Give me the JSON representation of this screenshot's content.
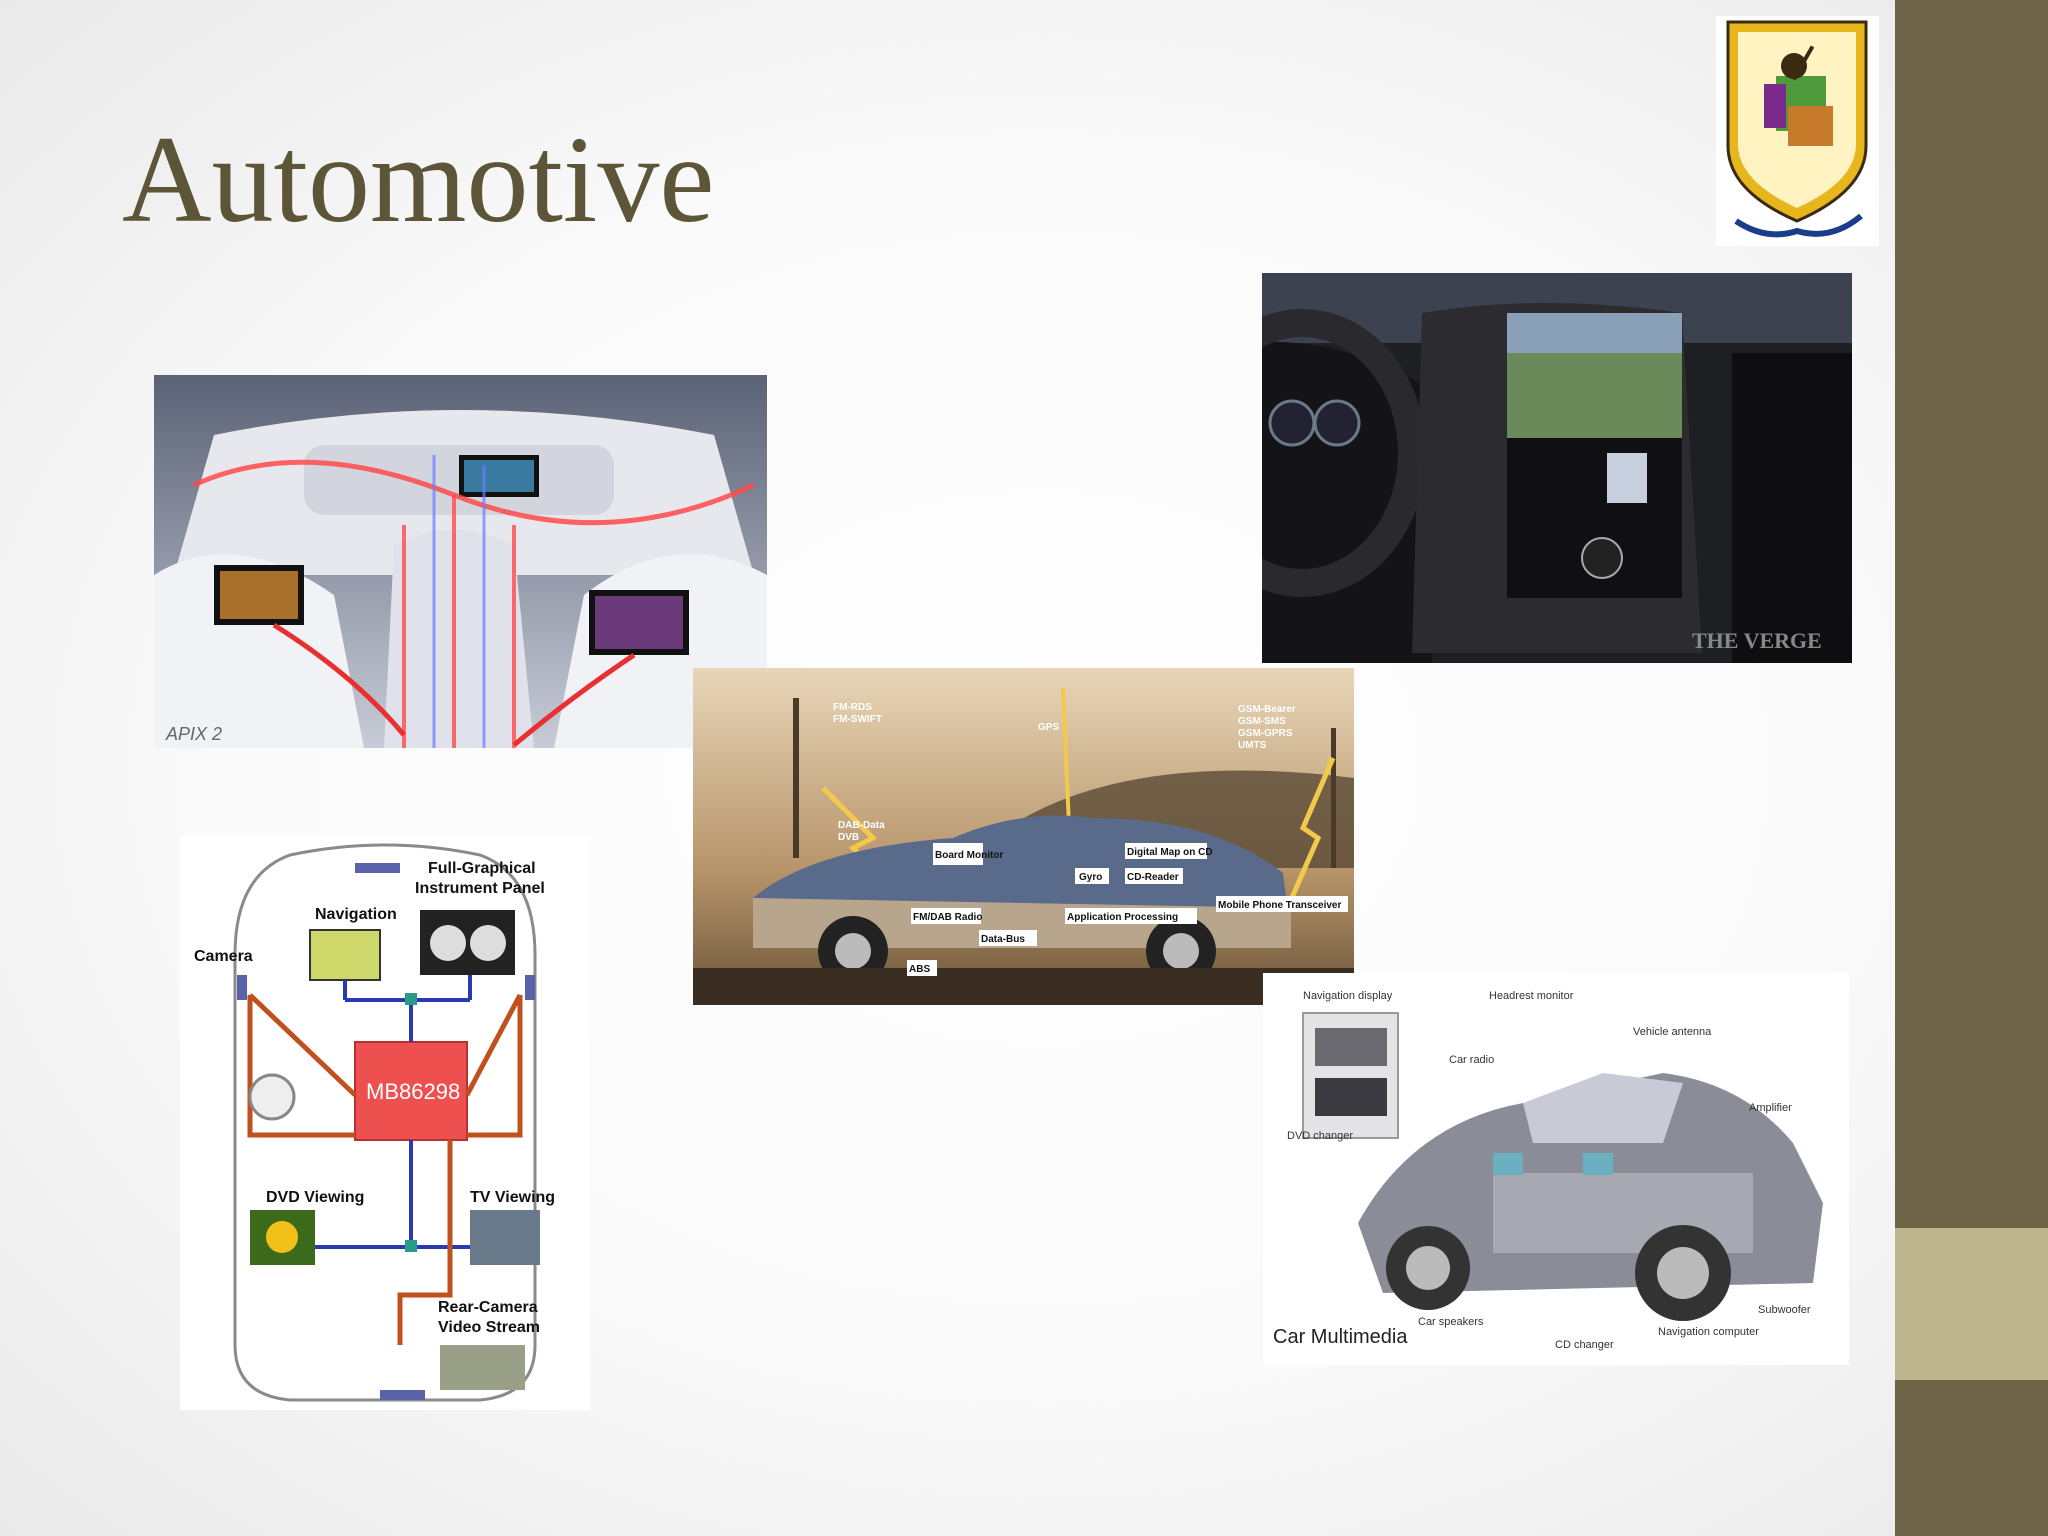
{
  "slide": {
    "title": "Automotive"
  },
  "colors": {
    "side_bar": "#6e6448",
    "side_accent": "#bcb58d",
    "title": "#5d5538"
  },
  "images": {
    "interior_wiring": {
      "watermark": "APIX 2"
    },
    "dashboard_screen": {
      "watermark": "THE VERGE"
    },
    "connected_car": {
      "labels": [
        "FM-RDS",
        "FM-SWIFT",
        "GPS",
        "GSM-Bearer",
        "GSM-SMS",
        "GSM-GPRS",
        "UMTS",
        "DAB-Data",
        "DVB",
        "Board Monitor",
        "Gyro",
        "Digital Map on CD",
        "CD-Reader",
        "FM/DAB Radio",
        "Application Processing",
        "Mobile Phone Transceiver",
        "Data-Bus",
        "ABS"
      ]
    },
    "block_diagram": {
      "chip": "MB86298",
      "labels": {
        "instrument": "Full-Graphical Instrument Panel",
        "navigation": "Navigation",
        "camera": "Camera",
        "dvd": "DVD Viewing",
        "tv": "TV Viewing",
        "rear_camera": "Rear-Camera Video Stream"
      }
    },
    "car_multimedia": {
      "caption": "Car Multimedia",
      "labels": {
        "nav_display": "Navigation display",
        "headrest": "Headrest monitor",
        "antenna": "Vehicle antenna",
        "radio": "Car radio",
        "amplifier": "Amplifier",
        "dvd": "DVD changer",
        "speakers": "Car speakers",
        "subwoofer": "Subwoofer",
        "cd": "CD changer",
        "nav_computer": "Navigation computer"
      }
    }
  }
}
